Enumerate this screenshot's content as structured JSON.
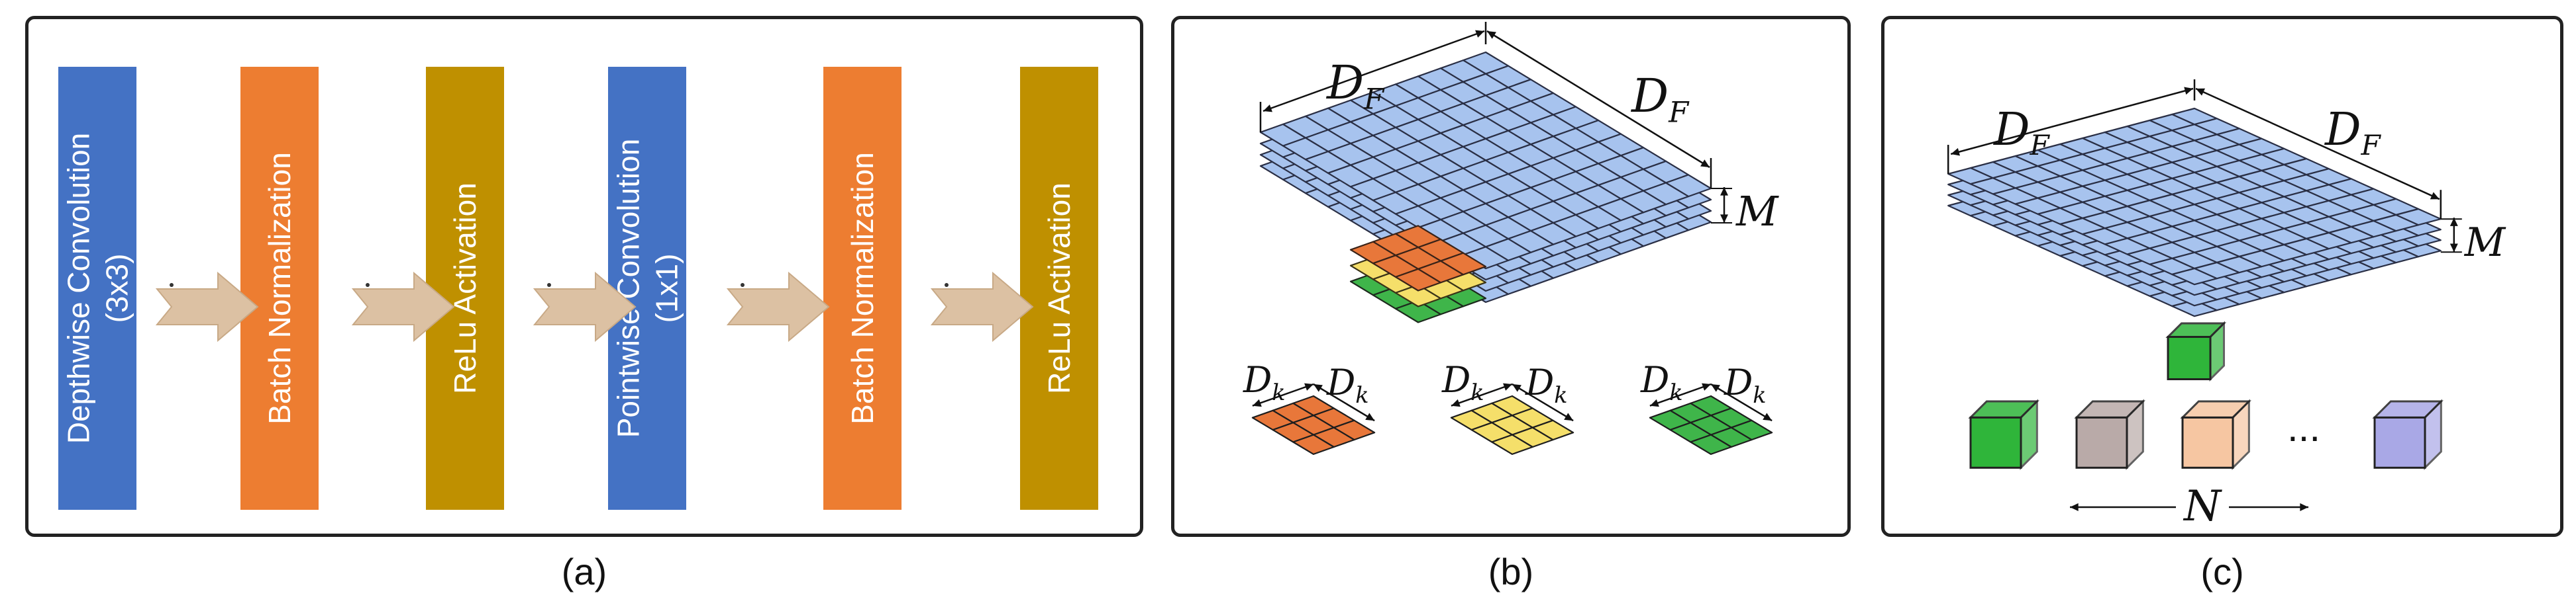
{
  "colors": {
    "blue": "#4472c4",
    "orange": "#ed7d31",
    "gold": "#bf9000",
    "arrow": "#dcc1a3",
    "grid_blue": "#a7c3ee",
    "grid_orange": "#e8773a",
    "grid_yellow": "#f5df6a",
    "grid_green": "#3fb54a"
  },
  "panel_a": {
    "caption": "(a)",
    "blocks": [
      {
        "line1": "Depthwise Convolution",
        "line2": "(3x3)",
        "color": "blue"
      },
      {
        "line1": "Batch Normalization",
        "line2": "",
        "color": "orange"
      },
      {
        "line1": "ReLu Activation",
        "line2": "",
        "color": "gold"
      },
      {
        "line1": "Pointwise Convolution",
        "line2": "(1x1)",
        "color": "blue"
      },
      {
        "line1": "Batch Normalization",
        "line2": "",
        "color": "orange"
      },
      {
        "line1": "ReLu Activation",
        "line2": "",
        "color": "gold"
      }
    ],
    "arrow_icon": "right-arrow-icon"
  },
  "panel_b": {
    "caption": "(b)",
    "labels": {
      "df_left": "D",
      "df_left_sub": "F",
      "df_right": "D",
      "df_right_sub": "F",
      "m": "M"
    },
    "kernels": [
      {
        "color": "grid_orange",
        "dk_left": "D",
        "dk_left_sub": "k",
        "dk_right": "D",
        "dk_right_sub": "k"
      },
      {
        "color": "grid_yellow",
        "dk_left": "D",
        "dk_left_sub": "k",
        "dk_right": "D",
        "dk_right_sub": "k"
      },
      {
        "color": "grid_green",
        "dk_left": "D",
        "dk_left_sub": "k",
        "dk_right": "D",
        "dk_right_sub": "k"
      }
    ]
  },
  "panel_c": {
    "caption": "(c)",
    "labels": {
      "df_left": "D",
      "df_left_sub": "F",
      "df_right": "D",
      "df_right_sub": "F",
      "m": "M",
      "ellipsis": "...",
      "n": "N"
    },
    "cubes": [
      "#2fb53a",
      "#b9aaa8",
      "#f6c6a2",
      "#a9a8e6"
    ]
  }
}
